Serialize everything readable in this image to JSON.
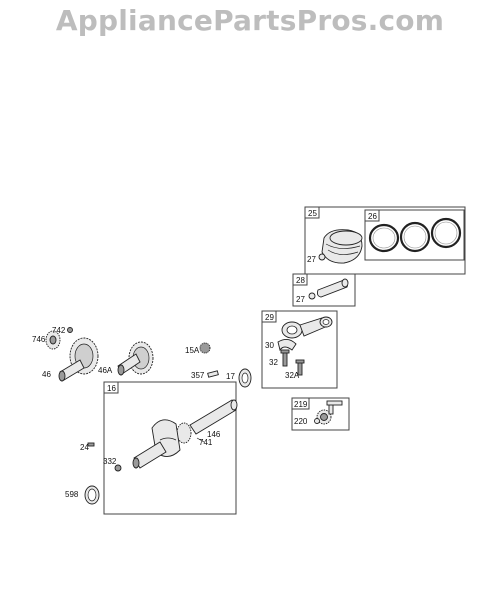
{
  "watermark": "AppliancePartsPros.com",
  "groups": {
    "g25": "25",
    "g26": "26",
    "g28": "28",
    "g29": "29",
    "g219": "219",
    "g16": "16"
  },
  "labels": {
    "l27a": "27",
    "l27b": "27",
    "l30": "30",
    "l32": "32",
    "l32A": "32A",
    "l220": "220",
    "l742": "742",
    "l746": "746",
    "l46": "46",
    "l46A": "46A",
    "l15A": "15A",
    "l357": "357",
    "l17": "17",
    "l146": "146",
    "l741": "741",
    "l24": "24",
    "l332": "332",
    "l598": "598"
  }
}
